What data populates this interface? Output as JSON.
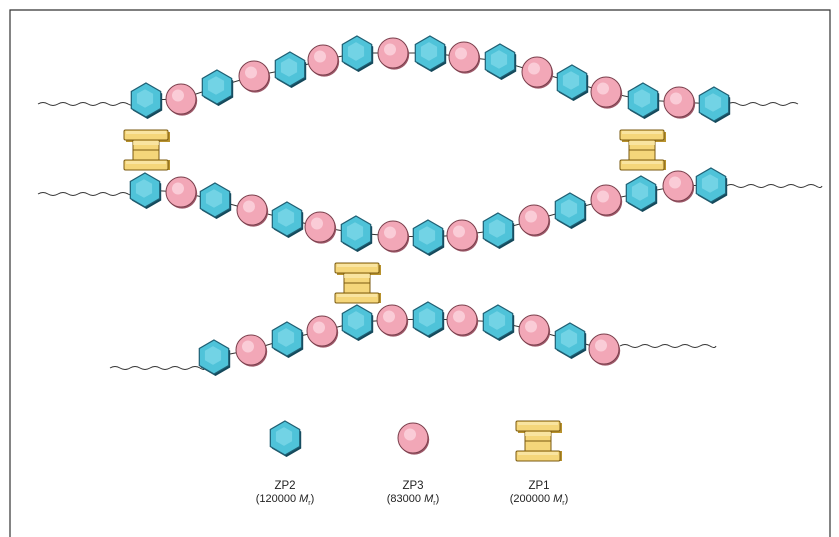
{
  "colors": {
    "hex_fill": "#4fc3d9",
    "hex_stroke": "#1f5f73",
    "circle_fill": "#f2a7b7",
    "circle_stroke": "#7a3f4c",
    "zp1_fill": "#f5d67a",
    "zp1_stroke": "#7a5a10",
    "line": "#333333"
  },
  "legend": {
    "zp2": {
      "name": "ZP2",
      "mass_number": "(120000",
      "mass_unit": "M",
      "mass_sub": "r",
      "mass_close": ")",
      "shape": "blue-hexagon"
    },
    "zp3": {
      "name": "ZP3",
      "mass_number": "(83000",
      "mass_unit": "M",
      "mass_sub": "r",
      "mass_close": ")",
      "shape": "pink-circle"
    },
    "zp1": {
      "name": "ZP1",
      "mass_number": "(200000",
      "mass_unit": "M",
      "mass_sub": "r",
      "mass_close": ")",
      "shape": "yellow-crosslink"
    }
  }
}
